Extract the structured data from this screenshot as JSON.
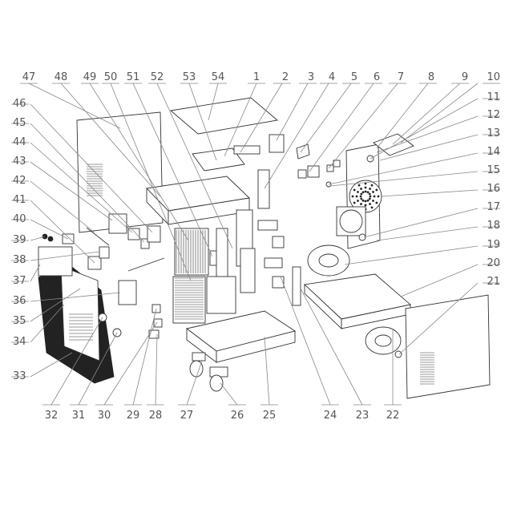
{
  "diagram": {
    "labels": [
      "1",
      "2",
      "3",
      "4",
      "5",
      "6",
      "7",
      "8",
      "9",
      "10",
      "11",
      "12",
      "13",
      "14",
      "15",
      "16",
      "17",
      "18",
      "19",
      "20",
      "21",
      "22",
      "23",
      "24",
      "25",
      "26",
      "27",
      "28",
      "29",
      "30",
      "31",
      "32",
      "33",
      "34",
      "35",
      "36",
      "37",
      "38",
      "39",
      "40",
      "41",
      "42",
      "43",
      "44",
      "45",
      "46",
      "47",
      "48",
      "49",
      "50",
      "51",
      "52",
      "53",
      "54"
    ]
  }
}
